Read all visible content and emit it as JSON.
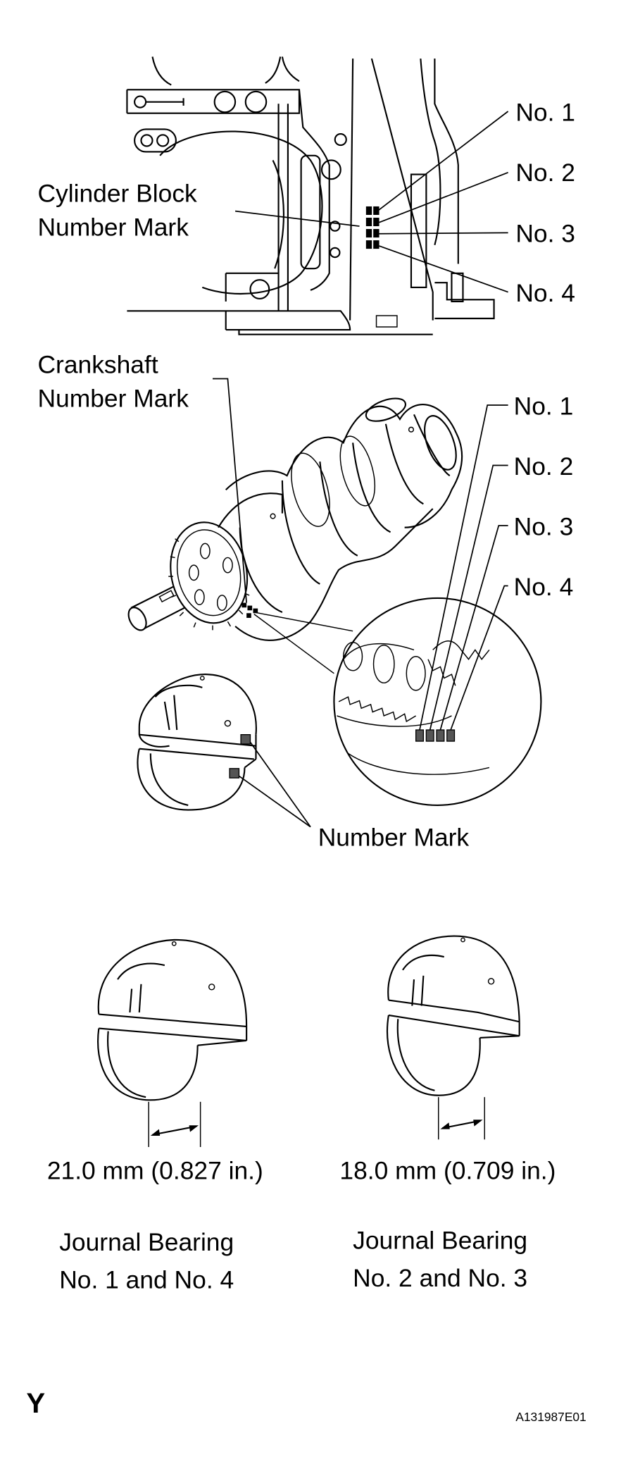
{
  "block": {
    "title_line1": "Cylinder Block",
    "title_line2": "Number Mark",
    "labels": [
      "No. 1",
      "No. 2",
      "No. 3",
      "No. 4"
    ]
  },
  "crankshaft": {
    "title_line1": "Crankshaft",
    "title_line2": "Number Mark",
    "labels": [
      "No. 1",
      "No. 2",
      "No. 3",
      "No. 4"
    ]
  },
  "bearing_mark": {
    "label": "Number Mark"
  },
  "bearings": [
    {
      "dimension": "21.0 mm (0.827 in.)",
      "name_line1": "Journal Bearing",
      "name_line2": "No. 1 and No. 4"
    },
    {
      "dimension": "18.0 mm (0.709 in.)",
      "name_line1": "Journal Bearing",
      "name_line2": "No. 2 and No. 3"
    }
  ],
  "corner_letter": "Y",
  "figure_code": "A131987E01"
}
